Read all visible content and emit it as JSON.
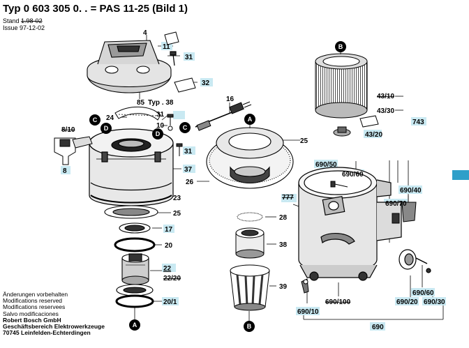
{
  "header": {
    "title": "Typ 0 603 305 0. . = PAS 11-25   (Bild 1)",
    "stand_label": "Stand",
    "stand_date": "1.98-02",
    "issue_label": "Issue",
    "issue_date": "97-12-02"
  },
  "footer": {
    "lines": [
      "Änderungen vorbehalten",
      "Modifications reserved",
      "Modifications reservees",
      "Salvo modificaciones"
    ],
    "company": [
      "Robert Bosch GmbH",
      "Geschäftsbereich Elektrowerkzeuge",
      "70745 Leinfelden-Echterdingen"
    ]
  },
  "parts": {
    "p4": "4",
    "p11": "11",
    "p31a": "31",
    "p32": "32",
    "p85": "85",
    "typ38": "Typ . 38",
    "p16": "16",
    "p31b": "31",
    "p10": "10",
    "p24": "24",
    "p8_10": "8/10",
    "p8": "8",
    "p31c": "31",
    "p37": "37",
    "p23": "23",
    "p25a": "25",
    "p17": "17",
    "p20": "20",
    "p22": "22",
    "p22_20": "22/20",
    "p20_1": "20/1",
    "p25b": "25",
    "p26": "26",
    "p777": "777",
    "p28": "28",
    "p38": "38",
    "p39": "39",
    "p43_10": "43/10",
    "p43_30": "43/30",
    "p743": "743",
    "p43_20": "43/20",
    "p690_50": "690/50",
    "p690_60a": "690/60",
    "p690_40": "690/40",
    "p690_70": "690/70",
    "p690_60b": "690/60",
    "p690_100": "690/100",
    "p690_20": "690/20",
    "p690_30": "690/30",
    "p690_10": "690/10",
    "p690": "690"
  },
  "callouts": {
    "A": "A",
    "B": "B",
    "C": "C",
    "D": "D"
  }
}
